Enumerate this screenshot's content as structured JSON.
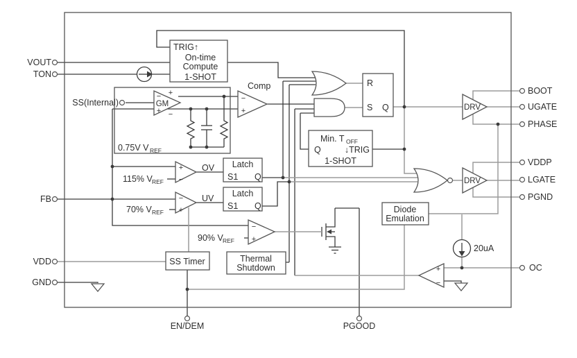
{
  "pins": {
    "left": [
      {
        "label": "VOUT"
      },
      {
        "label": "TON"
      },
      {
        "label": "FB"
      },
      {
        "label": "VDD"
      },
      {
        "label": "GND"
      }
    ],
    "bottom": [
      {
        "label": "EN/DEM"
      },
      {
        "label": "PGOOD"
      }
    ],
    "right": [
      {
        "label": "BOOT"
      },
      {
        "label": "UGATE"
      },
      {
        "label": "PHASE"
      },
      {
        "label": "VDDP"
      },
      {
        "label": "LGATE"
      },
      {
        "label": "PGND"
      },
      {
        "label": "OC"
      }
    ]
  },
  "nodes": {
    "ss_internal": "SS(Internal)"
  },
  "blocks": {
    "on_time": {
      "trig": "TRIG↑",
      "l1": "On-time",
      "l2": "Compute",
      "l3": "1-SHOT"
    },
    "rs_flipflop": {
      "r": "R",
      "s": "S",
      "q": "Q"
    },
    "min_toff": {
      "main": "Min. T",
      "sub": "OFF",
      "q": "Q",
      "trig": "↓TRIG",
      "shot": "1-SHOT"
    },
    "latch_ov": {
      "title": "Latch",
      "s1": "S1",
      "q": "Q"
    },
    "latch_uv": {
      "title": "Latch",
      "s1": "S1",
      "q": "Q"
    },
    "ss_timer": {
      "label": "SS Timer"
    },
    "thermal": {
      "l1": "Thermal",
      "l2": "Shutdown"
    },
    "diode_emulation": {
      "l1": "Diode",
      "l2": "Emulation"
    }
  },
  "amps": {
    "gm": "GM",
    "comp": "Comp",
    "drv_upper": "DRV",
    "drv_lower": "DRV",
    "ov_out": "OV",
    "uv_out": "UV"
  },
  "refs": {
    "vref075": {
      "main": "0.75V V",
      "sub": "REF"
    },
    "pct115": {
      "main": "115% V",
      "sub": "REF"
    },
    "pct70": {
      "main": "70% V",
      "sub": "REF"
    },
    "pct90": {
      "main": "90% V",
      "sub": "REF"
    }
  },
  "current_source": {
    "label": "20uA"
  },
  "signs": {
    "plus": "+",
    "minus": "−"
  },
  "colors": {
    "wire": "#3b3b3b",
    "wire_gray": "#9b9b9b",
    "outline": "#555555",
    "text": "#2e2e2e"
  }
}
